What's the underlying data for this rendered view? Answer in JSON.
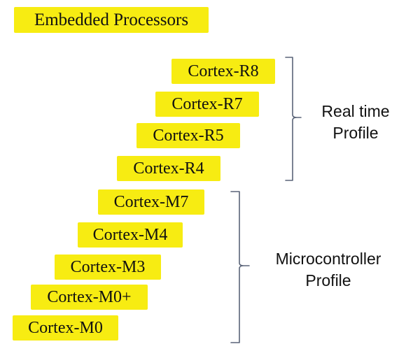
{
  "title": "Embedded Processors",
  "colors": {
    "highlight": "#f7ec12",
    "brace": "#5a6478",
    "text": "#111111"
  },
  "real_time": {
    "items": [
      "Cortex-R8",
      "Cortex-R7",
      "Cortex-R5",
      "Cortex-R4"
    ],
    "label_line1": "Real time",
    "label_line2": "Profile"
  },
  "microcontroller": {
    "items": [
      "Cortex-M7",
      "Cortex-M4",
      "Cortex-M3",
      "Cortex-M0+",
      "Cortex-M0"
    ],
    "label_line1": "Microcontroller",
    "label_line2": "Profile"
  }
}
